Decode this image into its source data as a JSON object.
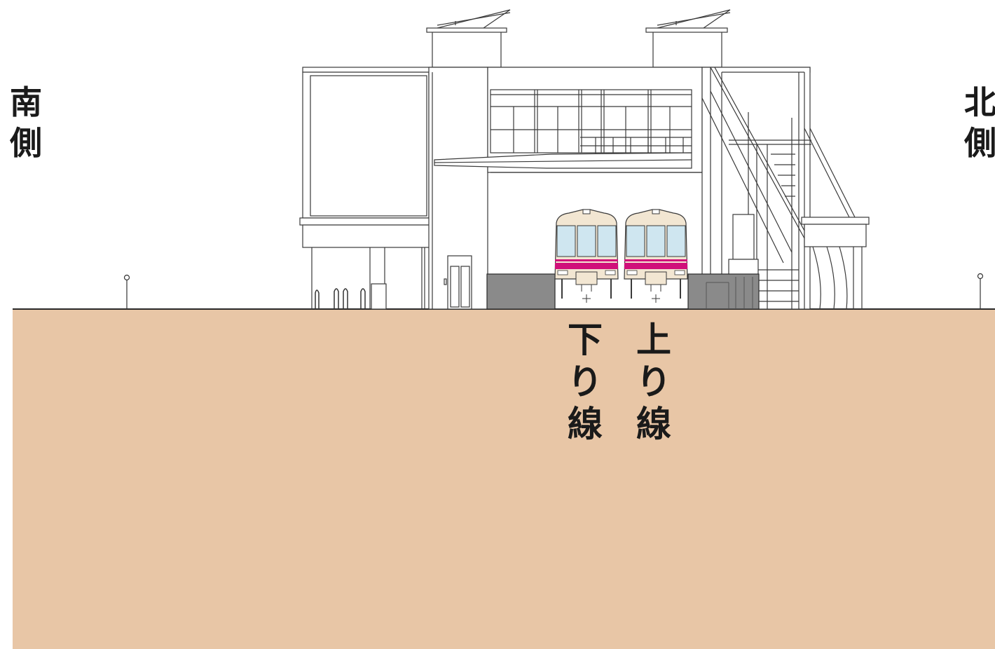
{
  "labels": {
    "south_side": [
      "南",
      "側"
    ],
    "north_side": [
      "北",
      "側"
    ],
    "down_line": [
      "下",
      "り",
      "線"
    ],
    "up_line": [
      "上",
      "り",
      "線"
    ]
  },
  "colors": {
    "ground": "#e8c6a6",
    "line": "#3a3a3a",
    "glass": "#cfe6f0",
    "train_body": "#f2e6d2",
    "train_stripe": "#d0107a",
    "retaining_wall": "#8a8a8a",
    "background": "#ffffff"
  },
  "icons": {
    "trains": [
      "train-front-icon",
      "train-front-icon"
    ],
    "bicycles": [
      "bicycle-icon",
      "bicycle-icon",
      "bicycle-icon",
      "bicycle-icon"
    ],
    "lamp_posts": [
      "lamp-post-icon",
      "lamp-post-icon"
    ]
  }
}
